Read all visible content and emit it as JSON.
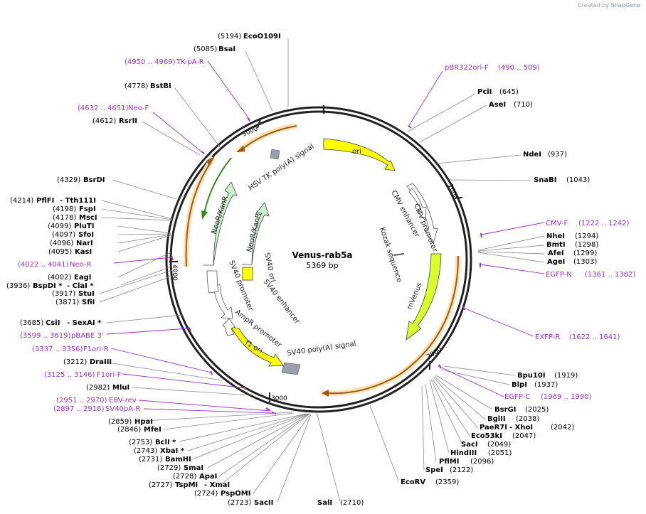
{
  "plasmid": {
    "name": "Venus-rab5a",
    "length": "5369 bp"
  },
  "credit": {
    "prefix": "Created by",
    "brand": "SnapGene"
  },
  "ticks": [
    "1000",
    "2000",
    "3000",
    "4000",
    "5000"
  ],
  "enzymes_right": [
    {
      "name": "PciI",
      "pos": "(645)"
    },
    {
      "name": "AseI",
      "pos": "(710)"
    },
    {
      "name": "NdeI",
      "pos": "(937)"
    },
    {
      "name": "SnaBI",
      "pos": "(1043)"
    },
    {
      "name": "NheI",
      "pos": "(1294)"
    },
    {
      "name": "BmtI",
      "pos": "(1298)"
    },
    {
      "name": "AfeI",
      "pos": "(1299)"
    },
    {
      "name": "AgeI",
      "pos": "(1303)"
    },
    {
      "name": "Bpu10I",
      "pos": "(1919)"
    },
    {
      "name": "BlpI",
      "pos": "(1937)"
    },
    {
      "name": "BsrGI",
      "pos": "(2025)"
    },
    {
      "name": "BglII",
      "pos": "(2038)"
    },
    {
      "name": "PaeR7I",
      "pos": "(2042)",
      "alt": "XhoI"
    },
    {
      "name": "Eco53kI",
      "pos": "(2047)"
    },
    {
      "name": "SacI",
      "pos": "(2049)"
    },
    {
      "name": "HindIII",
      "pos": "(2051)"
    },
    {
      "name": "PflMI",
      "pos": "(2096)"
    },
    {
      "name": "SpeI",
      "pos": "(2122)"
    },
    {
      "name": "EcoRV",
      "pos": "(2359)"
    },
    {
      "name": "SalI",
      "pos": "(2710)"
    }
  ],
  "enzymes_left": [
    {
      "name": "EcoO109I",
      "pos": "(5194)"
    },
    {
      "name": "BsaI",
      "pos": "(5085)"
    },
    {
      "name": "BstBI",
      "pos": "(4778)"
    },
    {
      "name": "RsrII",
      "pos": "(4612)"
    },
    {
      "name": "BsrDI",
      "pos": "(4329)"
    },
    {
      "name": "PflFI",
      "pos": "(4214)",
      "alt": "Tth111I"
    },
    {
      "name": "FspI",
      "pos": "(4198)"
    },
    {
      "name": "MscI",
      "pos": "(4178)"
    },
    {
      "name": "PluTI",
      "pos": "(4099)"
    },
    {
      "name": "SfoI",
      "pos": "(4097)"
    },
    {
      "name": "NarI",
      "pos": "(4096)"
    },
    {
      "name": "KasI",
      "pos": "(4095)"
    },
    {
      "name": "EagI",
      "pos": "(4002)"
    },
    {
      "name": "BspDI *",
      "pos": "(3936)",
      "alt": "ClaI *"
    },
    {
      "name": "StuI",
      "pos": "(3917)"
    },
    {
      "name": "SfiI",
      "pos": "(3871)"
    },
    {
      "name": "CsiI",
      "pos": "(3685)",
      "alt": "SexAI *"
    },
    {
      "name": "DraIII",
      "pos": "(3212)"
    },
    {
      "name": "MluI",
      "pos": "(2982)"
    },
    {
      "name": "HpaI",
      "pos": "(2859)"
    },
    {
      "name": "MfeI",
      "pos": "(2846)"
    },
    {
      "name": "BclI *",
      "pos": "(2753)"
    },
    {
      "name": "XbaI *",
      "pos": "(2743)"
    },
    {
      "name": "BamHI",
      "pos": "(2731)"
    },
    {
      "name": "SmaI",
      "pos": "(2729)"
    },
    {
      "name": "ApaI",
      "pos": "(2728)"
    },
    {
      "name": "TspMI",
      "pos": "(2727)",
      "alt": "XmaI"
    },
    {
      "name": "PspOMI",
      "pos": "(2724)"
    },
    {
      "name": "SacII",
      "pos": "(2723)"
    }
  ],
  "primers": [
    {
      "name": "TK-pA-R",
      "range": "(4950 .. 4969)"
    },
    {
      "name": "pBR322ori-F",
      "range": "(490 .. 509)"
    },
    {
      "name": "Neo-F",
      "range": "(4632 .. 4651)"
    },
    {
      "name": "CMV-F",
      "range": "(1222 .. 1242)"
    },
    {
      "name": "EGFP-N",
      "range": "(1361 .. 1382)"
    },
    {
      "name": "Neo-R",
      "range": "(4022 .. 4041)"
    },
    {
      "name": "EXFP-R",
      "range": "(1622 .. 1641)"
    },
    {
      "name": "pBABE 3'",
      "range": "(3599 .. 3619)"
    },
    {
      "name": "F1ori-R",
      "range": "(3337 .. 3356)"
    },
    {
      "name": "F1ori-F",
      "range": "(3125 .. 3146)"
    },
    {
      "name": "EGFP-C",
      "range": "(1969 .. 1990)"
    },
    {
      "name": "EBV-rev",
      "range": "(2951 .. 2970)"
    },
    {
      "name": "SV40pA-R",
      "range": "(2897 .. 2916)"
    }
  ],
  "features": {
    "ori": "ori",
    "cmv_enhancer": "CMV enhancer",
    "cmv_promoter": "CMV promoter",
    "kozak": "Kozak sequence",
    "mvenus": "mVenus",
    "sv40_polya": "SV40 poly(A) signal",
    "f1_ori": "f1 ori",
    "ampr_promoter": "AmpR promoter",
    "sv40_promoter": "SV40 promoter",
    "sv40_ori": "SV40 ori",
    "sv40_enhancer": "SV40 enhancer",
    "neokanr_outer": "NeoR/KanR",
    "neokanr_inner": "NeoR/KanR",
    "hsv_tk": "HSV TK poly(A) signal"
  },
  "colors": {
    "backbone": "#222222",
    "primer": "#9b30d0",
    "ori": "#ffff00",
    "mvenus": "#d7ff2b",
    "neokanr": "#c8f5c8",
    "polya": "#9aa0aa",
    "orf_arrow": "#9c5a12",
    "orf_glow": "#fde3b8",
    "leader": "#888888"
  }
}
